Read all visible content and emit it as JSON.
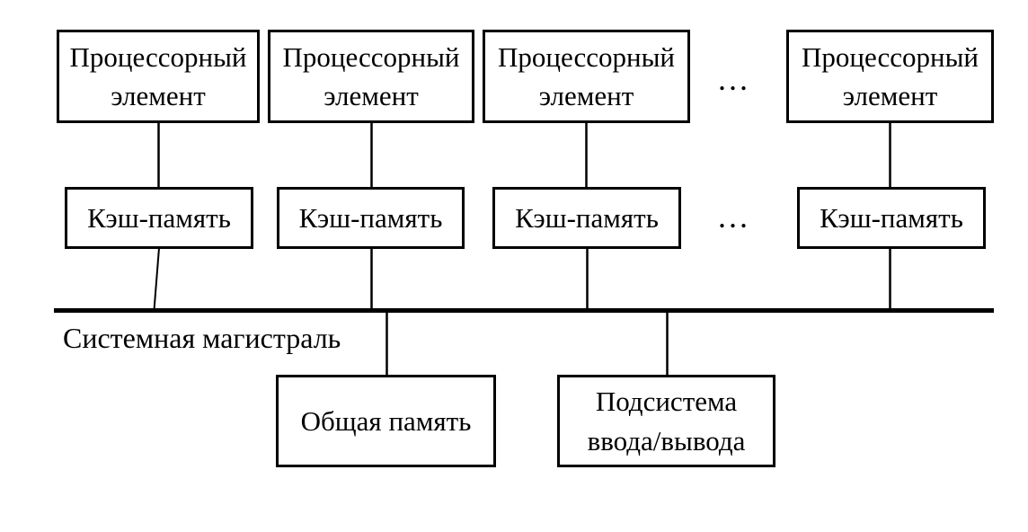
{
  "diagram": {
    "type": "block-diagram",
    "topic": "shared-memory multiprocessor (SMP) architecture",
    "processors": [
      {
        "label": "Процессорный элемент"
      },
      {
        "label": "Процессорный элемент"
      },
      {
        "label": "Процессорный элемент"
      },
      {
        "label": "Процессорный элемент"
      }
    ],
    "caches": [
      {
        "label": "Кэш-память"
      },
      {
        "label": "Кэш-память"
      },
      {
        "label": "Кэш-память"
      },
      {
        "label": "Кэш-память"
      }
    ],
    "ellipsis_top": "...",
    "ellipsis_cache": "...",
    "bus_label": "Системная магистраль",
    "shared_memory_label": "Общая память",
    "io_subsystem_label": "Подсистема ввода/вывода",
    "colors": {
      "background": "#ffffff",
      "line": "#000000",
      "text": "#000000"
    }
  }
}
